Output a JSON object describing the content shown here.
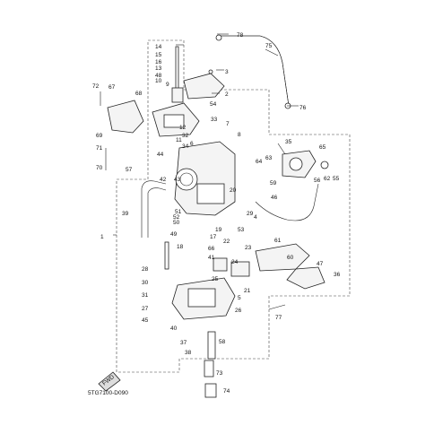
{
  "diagram_code": "5TG7100-D090",
  "fwd_label": "FWD",
  "callouts": [
    "1",
    "2",
    "3",
    "4",
    "5",
    "6",
    "7",
    "8",
    "9",
    "10",
    "11",
    "12",
    "13",
    "14",
    "15",
    "16",
    "17",
    "18",
    "19",
    "20",
    "21",
    "22",
    "23",
    "24",
    "25",
    "26",
    "27",
    "28",
    "29",
    "30",
    "31",
    "32",
    "33",
    "34",
    "35",
    "36",
    "37",
    "38",
    "39",
    "40",
    "41",
    "42",
    "43",
    "44",
    "45",
    "46",
    "47",
    "48",
    "49",
    "50",
    "51",
    "52",
    "53",
    "54",
    "55",
    "56",
    "57",
    "58",
    "59",
    "60",
    "61",
    "62",
    "63",
    "64",
    "65",
    "66",
    "67",
    "68",
    "69",
    "70",
    "71",
    "72",
    "73",
    "74",
    "75",
    "76",
    "77",
    "78"
  ]
}
